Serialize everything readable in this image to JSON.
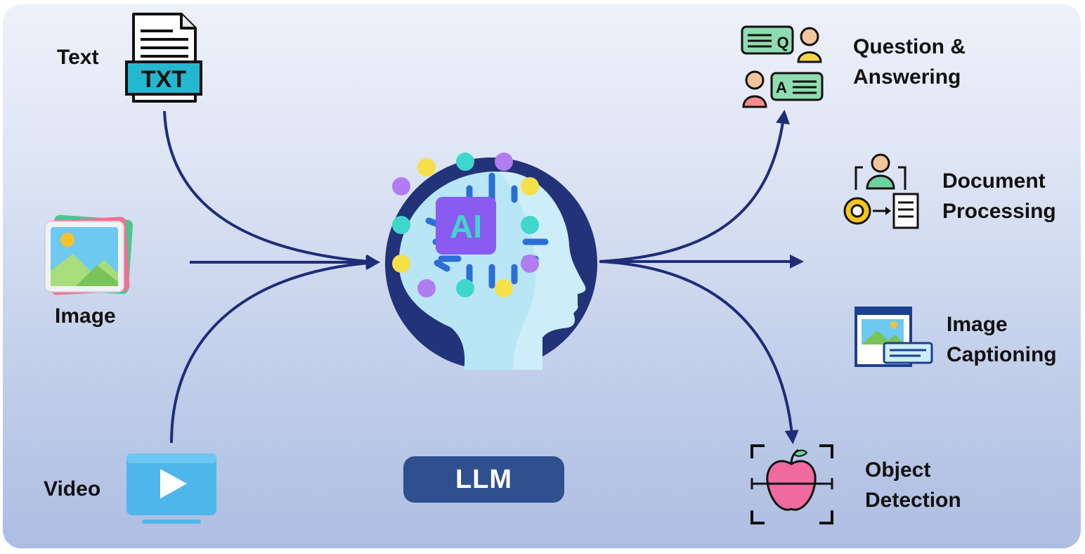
{
  "inputs": {
    "text_label": "Text",
    "text_icon_label": "TXT",
    "image_label": "Image",
    "video_label": "Video"
  },
  "center": {
    "chip_label": "AI",
    "model_label": "LLM"
  },
  "outputs": {
    "qa": {
      "line1": "Question &",
      "line2": "Answering",
      "q_glyph": "Q",
      "a_glyph": "A"
    },
    "doc": {
      "line1": "Document",
      "line2": "Processing"
    },
    "caption": {
      "line1": "Image",
      "line2": "Captioning"
    },
    "detect": {
      "line1": "Object",
      "line2": "Detection"
    }
  },
  "colors": {
    "arrow": "#1f2d78",
    "head_circle": "#22337a",
    "head_face": "#b9e6f5",
    "chip": "#8a5bf0",
    "node_cyan": "#3fd6cc",
    "node_yellow": "#f5e04a",
    "node_purple": "#b07cf0",
    "llm_box": "#2f4f8f",
    "txt_band": "#23b8d0",
    "video_icon": "#4fb6ea",
    "apple": "#f06aa0"
  }
}
